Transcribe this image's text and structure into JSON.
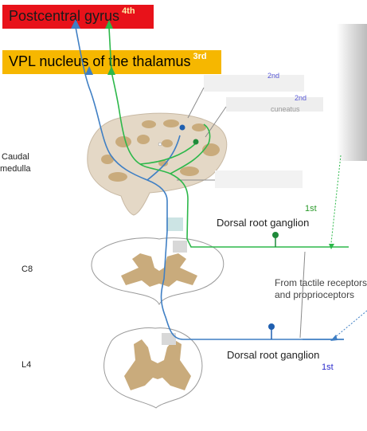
{
  "boxes": {
    "postcentral": {
      "text": "Postcentral gyrus",
      "order": "4th",
      "color": "#e8121a"
    },
    "vpl": {
      "text": "VPL nucleus of the thalamus",
      "order": "3rd",
      "color": "#f6b700"
    }
  },
  "labels": {
    "caudal_medulla_1": "Caudal",
    "caudal_medulla_2": "medulla",
    "c8": "C8",
    "l4": "L4",
    "drg_upper": "Dorsal root ganglion",
    "drg_lower": "Dorsal root ganglion",
    "first_upper": "1st",
    "first_lower": "1st",
    "receptors_1": "From tactile receptors",
    "receptors_2": "and proprioceptors",
    "partial_2nd_a": "2nd",
    "partial_2nd_b": "2nd",
    "partial_cuneatus": "cuneatus"
  },
  "colors": {
    "blue_pathway": "#3f7fc4",
    "green_pathway": "#2db84a",
    "gray_matter": "#c9ab7c",
    "medulla_fill": "#e4d8c6",
    "first_order_green_text": "#2a9a2a",
    "first_order_blue_text": "#2a2acc"
  }
}
